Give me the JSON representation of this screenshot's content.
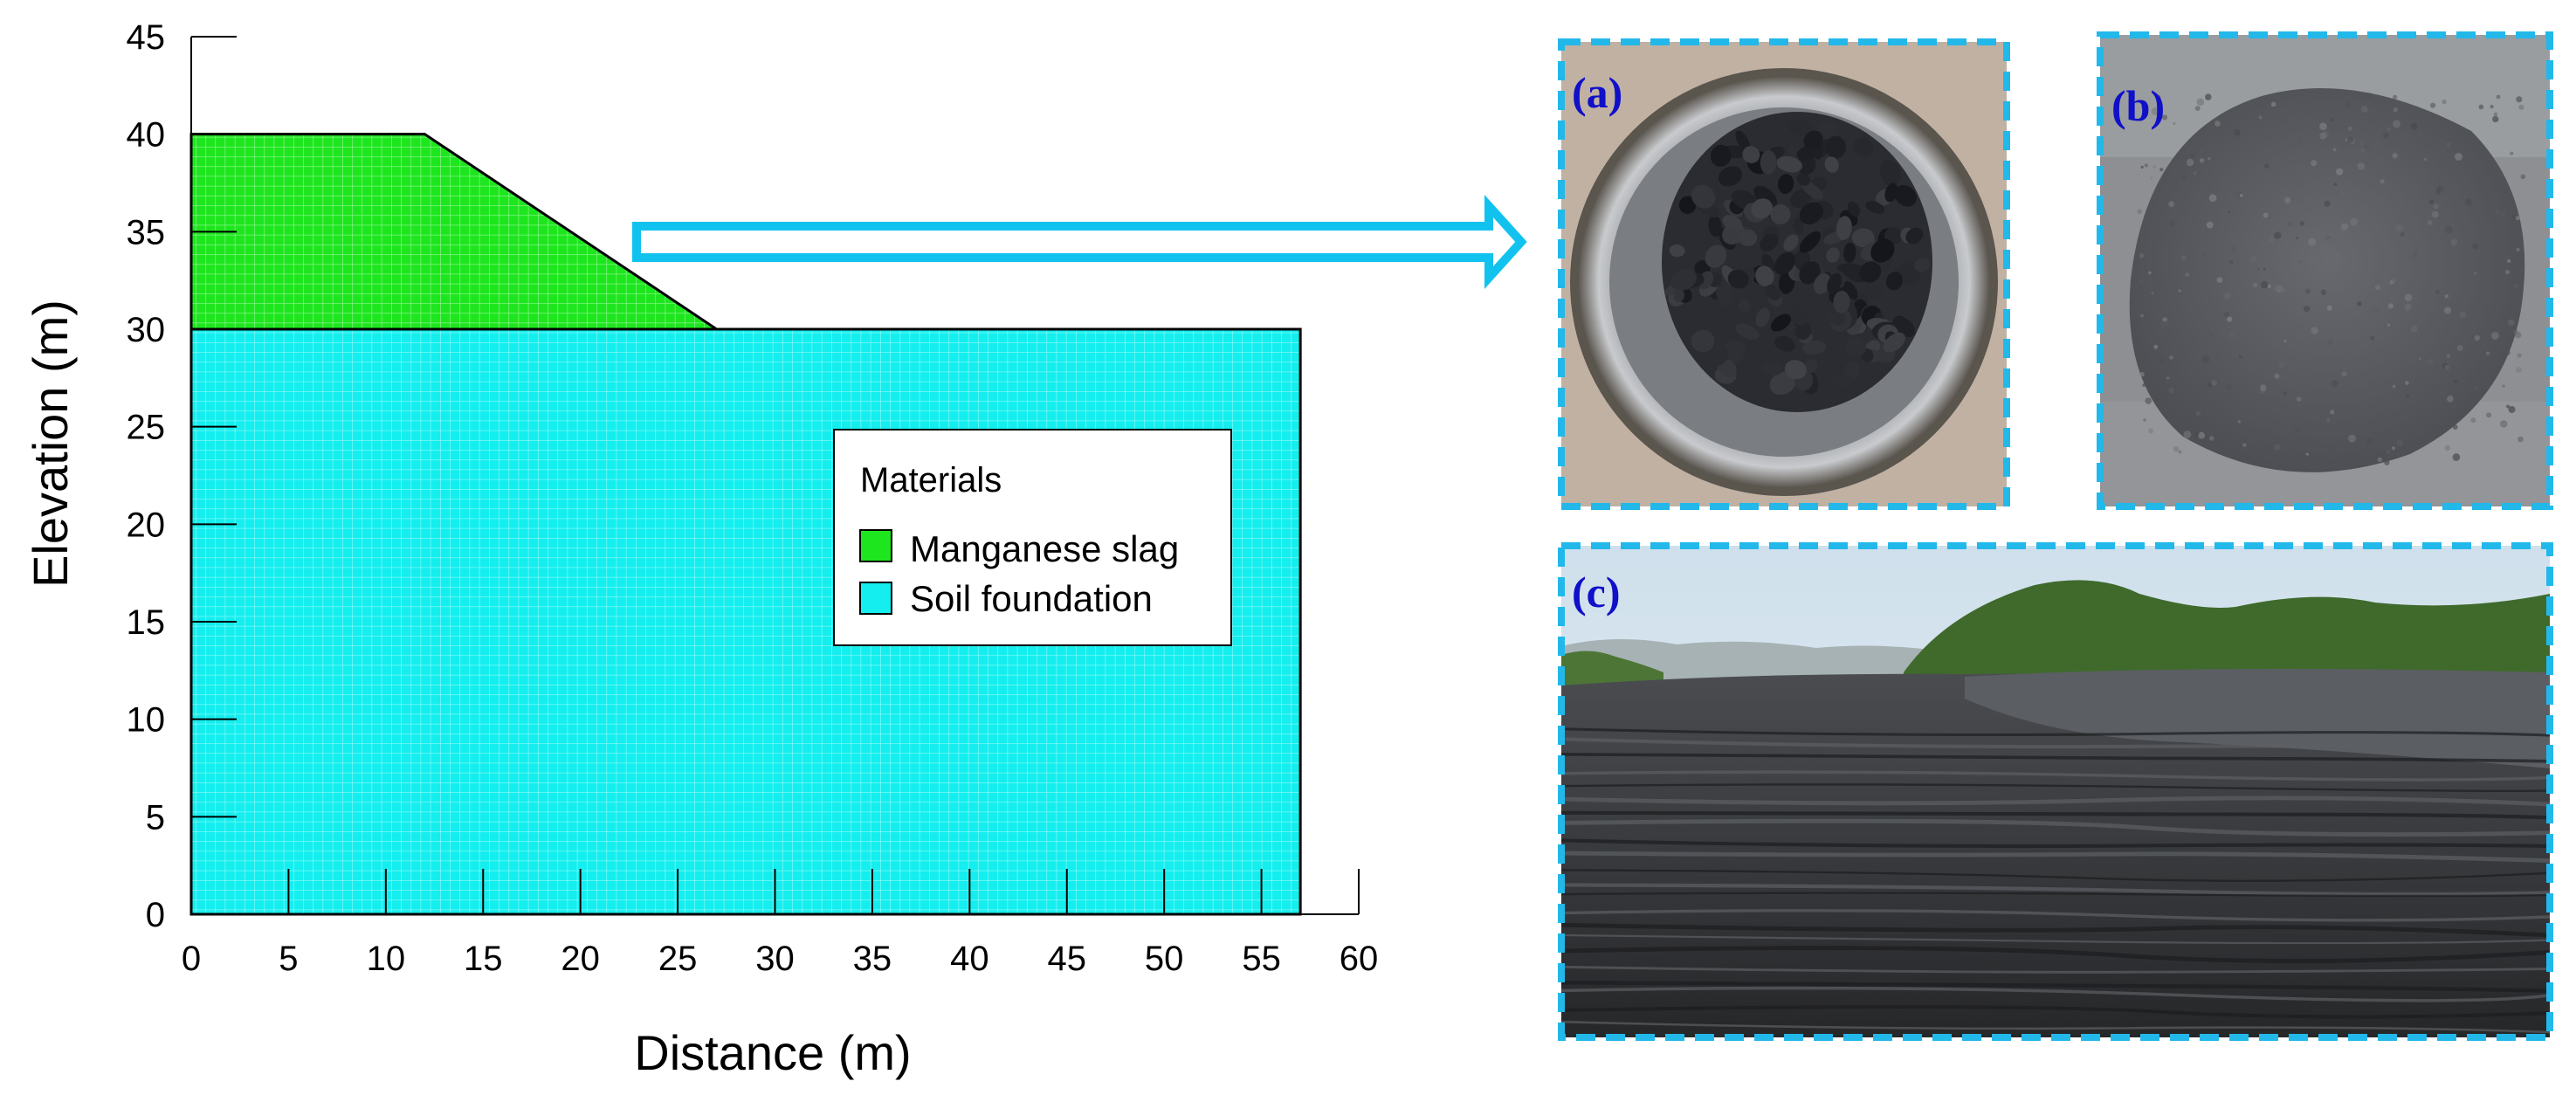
{
  "chart_data": {
    "type": "diagram",
    "xlabel": "Distance (m)",
    "ylabel": "Elevation (m)",
    "xlim": [
      0,
      60
    ],
    "ylim": [
      0,
      45
    ],
    "xticks": [
      0,
      5,
      10,
      15,
      20,
      25,
      30,
      35,
      40,
      45,
      50,
      55,
      60
    ],
    "yticks": [
      0,
      5,
      10,
      15,
      20,
      25,
      30,
      35,
      40,
      45
    ],
    "regions": [
      {
        "name": "Manganese slag",
        "color": "#1ee61e",
        "polygon": [
          [
            0,
            30
          ],
          [
            0,
            40
          ],
          [
            12,
            40
          ],
          [
            27,
            30
          ]
        ]
      },
      {
        "name": "Soil foundation",
        "color": "#14eeee",
        "polygon": [
          [
            0,
            0
          ],
          [
            0,
            30
          ],
          [
            57,
            30
          ],
          [
            57,
            0
          ]
        ]
      }
    ],
    "legend": {
      "title": "Materials",
      "items": [
        {
          "label": "Manganese slag",
          "color": "#1ee61e"
        },
        {
          "label": "Soil foundation",
          "color": "#14eeee"
        }
      ]
    }
  },
  "photos": [
    {
      "label": "(a)"
    },
    {
      "label": "(b)"
    },
    {
      "label": "(c)"
    }
  ],
  "colors": {
    "arrow": "#12c2ee",
    "panel_border": "#22b8ea",
    "label": "#1010c8"
  }
}
